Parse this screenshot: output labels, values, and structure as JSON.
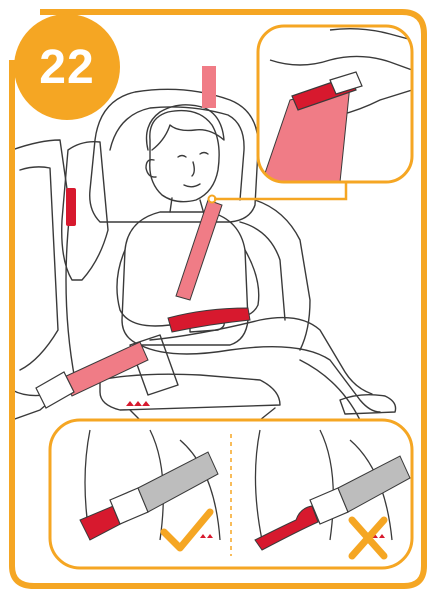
{
  "step": {
    "number": "22"
  },
  "colors": {
    "accent_orange": "#F5A623",
    "belt_pink": "#F07C86",
    "belt_red": "#D7192E",
    "belt_grey": "#BDBDBD",
    "line": "#3A3A3A"
  },
  "icons": {
    "correct": "check-mark-icon",
    "incorrect": "cross-mark-icon"
  },
  "scene": {
    "main": "child-in-car-seat-with-seatbelt",
    "detail_top": "shoulder-belt-guide-detail",
    "detail_bottom_left": "lap-belt-correct-position",
    "detail_bottom_right": "lap-belt-incorrect-position"
  }
}
